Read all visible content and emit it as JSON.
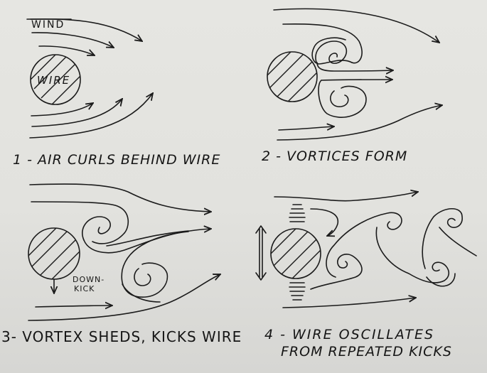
{
  "panels": [
    {
      "id": 1,
      "caption": "1 - AIR CURLS BEHIND WIRE",
      "labels": {
        "wind": "WIND",
        "wire": "WIRE"
      }
    },
    {
      "id": 2,
      "caption": "2 - VORTICES FORM"
    },
    {
      "id": 3,
      "caption": "3- VORTEX SHEDS, KICKS WIRE",
      "labels": {
        "downkick_line1": "DOWN-",
        "downkick_line2": "KICK"
      }
    },
    {
      "id": 4,
      "caption_line1": "4 - WIRE OSCILLATES",
      "caption_line2": "FROM REPEATED KICKS"
    }
  ],
  "colors": {
    "ink": "#1b1b1b",
    "paper": "#e4e4e0"
  }
}
